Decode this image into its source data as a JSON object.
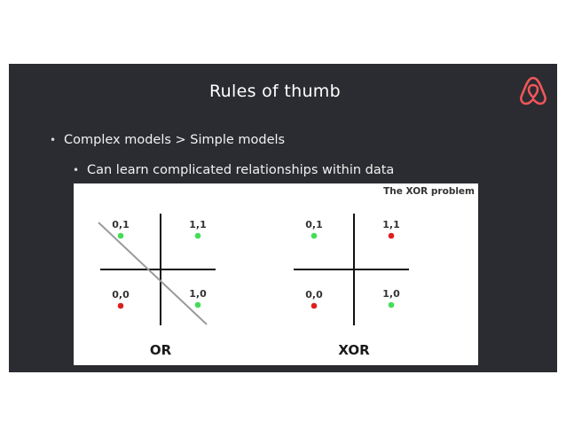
{
  "slide": {
    "title": "Rules of thumb",
    "logo_icon": "airbnb-belo-icon",
    "logo_color": "#f0565a",
    "background": "#2a2c31"
  },
  "bullets": [
    {
      "level": 1,
      "text": "Complex models > Simple models"
    },
    {
      "level": 2,
      "text": "Can learn complicated relationships within data"
    }
  ],
  "figure": {
    "caption": "The XOR problem",
    "colors": {
      "positive": "#44dd55",
      "negative": "#dd1f1f",
      "boundary": "#9a9a9a"
    },
    "panels": [
      {
        "label": "OR",
        "has_boundary_line": true,
        "points": [
          {
            "label": "0,1",
            "class": "positive"
          },
          {
            "label": "1,1",
            "class": "positive"
          },
          {
            "label": "0,0",
            "class": "negative"
          },
          {
            "label": "1,0",
            "class": "positive"
          }
        ]
      },
      {
        "label": "XOR",
        "has_boundary_line": false,
        "points": [
          {
            "label": "0,1",
            "class": "positive"
          },
          {
            "label": "1,1",
            "class": "negative"
          },
          {
            "label": "0,0",
            "class": "negative"
          },
          {
            "label": "1,0",
            "class": "positive"
          }
        ]
      }
    ]
  }
}
